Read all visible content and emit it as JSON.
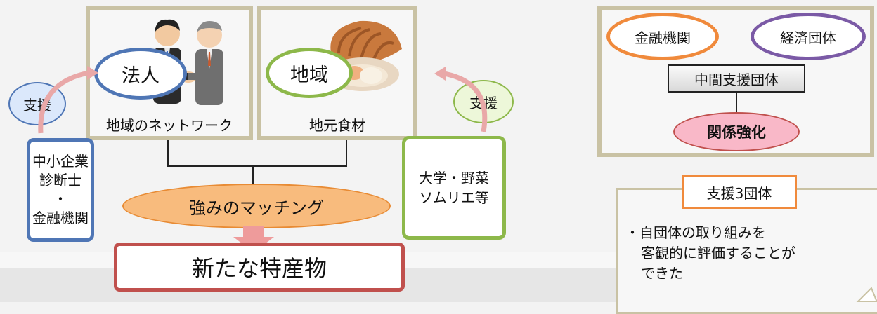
{
  "diagram": {
    "houjin_label": "法人",
    "houjin_caption": "地域のネットワーク",
    "chiiki_label": "地域",
    "chiiki_caption": "地元食材",
    "support_left": "支援",
    "support_right": "支援",
    "left_supporters": [
      "中小企業",
      "診断士",
      "・",
      "金融機関"
    ],
    "right_supporters": [
      "大学・野菜",
      "ソムリエ等"
    ],
    "matching": "強みのマッチング",
    "result": "新たな特産物"
  },
  "relation": {
    "kinyu": "金融機関",
    "keizai": "経済団体",
    "chukan": "中間支援団体",
    "kyouka": "関係強化"
  },
  "note": {
    "title": "支援3団体",
    "lines": [
      "・自団体の取り組みを",
      "客観的に評価することが",
      "できた"
    ]
  },
  "colors": {
    "blue": "#4f76b5",
    "green": "#8db84a",
    "orange": "#f08a3c",
    "purple": "#7b5aa6",
    "red": "#c0504d",
    "frame": "#c9c2a4"
  },
  "icons": [
    "handshake-illustration",
    "scallop-illustration"
  ]
}
